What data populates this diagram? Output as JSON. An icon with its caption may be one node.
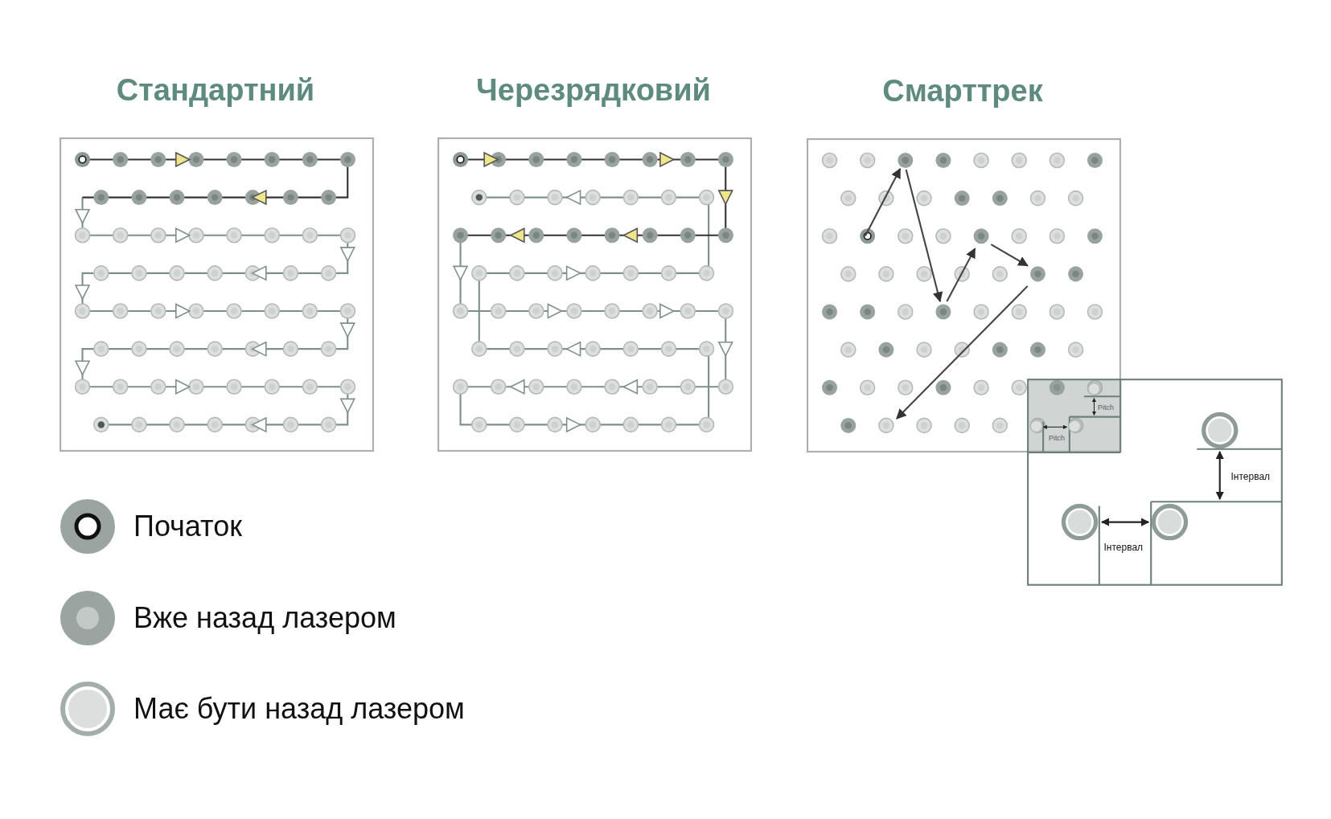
{
  "diagram": {
    "nodes": [
      {
        "text": [
          "Стандартний"
        ]
      },
      {
        "text": [
          "Черезрядковий"
        ]
      },
      {
        "text": [
          "Смарттрек"
        ]
      }
    ],
    "labels": [
      "Pitch",
      "Pitch",
      "Інтервал",
      "Інтервал"
    ],
    "legend": [
      {
        "text": "Початок"
      },
      {
        "text": "Вже назад лазером"
      },
      {
        "text": "Має бути назад лазером"
      }
    ]
  }
}
